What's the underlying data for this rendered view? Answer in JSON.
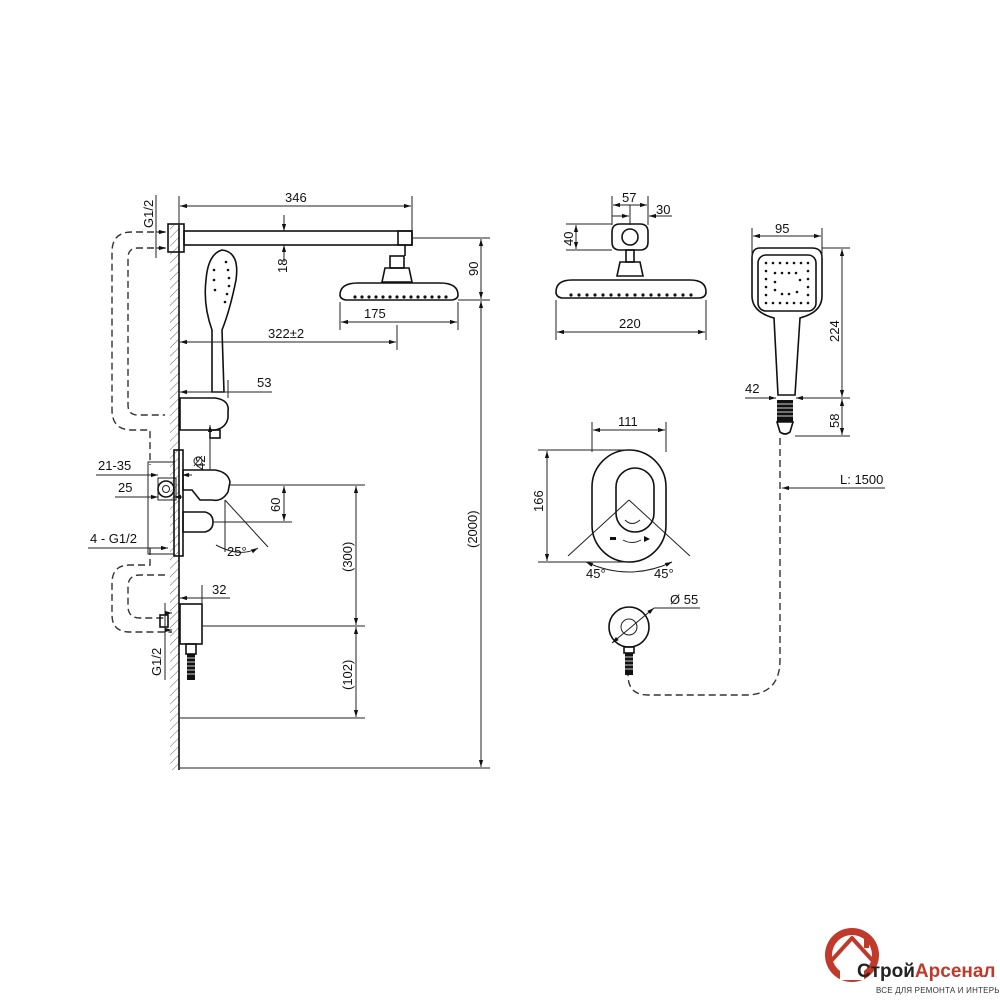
{
  "dimensions": {
    "g12_top": "G1/2",
    "arm_length": "346",
    "arm_offset": "18",
    "head_drop": "90",
    "head_diameter_side": "175",
    "holder_reach": "322±2",
    "spout_reach": "53",
    "spout_dia": "42",
    "wall_depth_range": "21-35",
    "body_depth": "25",
    "handle_height": "60",
    "inlets": "4 - G1/2",
    "handle_angle": "25°",
    "mixer_height": "(300)",
    "total_height": "(2000)",
    "elbow_reach": "32",
    "g12_bottom": "G1/2",
    "elbow_height": "(102)",
    "bracket_width": "57",
    "bracket_depth": "30",
    "bracket_height": "40",
    "head_diameter_front": "220",
    "hand_width": "95",
    "hand_length": "224",
    "hand_neck": "42",
    "hand_neck_length": "58",
    "hose_length": "L: 1500",
    "plate_width": "111",
    "plate_height": "166",
    "rotation_left": "45°",
    "rotation_right": "45°",
    "elbow_dia": "Ø 55"
  },
  "logo": {
    "title_main": "Строй",
    "title_accent": "Арсенал",
    "subtitle": "ВСЕ ДЛЯ РЕМОНТА И ИНТЕРЬЕРА",
    "brand_color": "#c0392b"
  },
  "icons": {
    "logo": "house-roof-icon"
  }
}
